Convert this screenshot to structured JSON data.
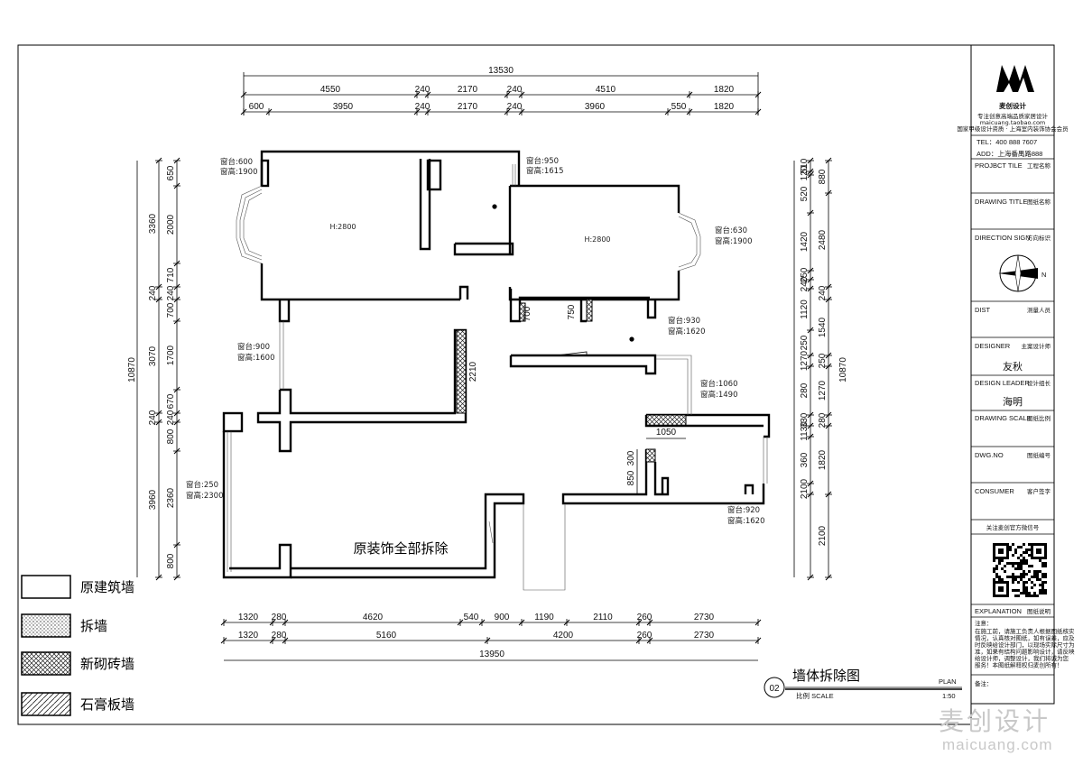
{
  "dimensions": {
    "top_total": "13530",
    "top_row1": [
      "4550",
      "240",
      "2170",
      "240",
      "4510",
      "1820"
    ],
    "top_row2": [
      "600",
      "3950",
      "240",
      "2170",
      "240",
      "3960",
      "550",
      "1820"
    ],
    "bottom_row1": [
      "1320",
      "280",
      "4620",
      "540",
      "900",
      "1190",
      "2110",
      "260",
      "2730"
    ],
    "bottom_row2": [
      "1320",
      "280",
      "5160",
      "4200",
      "260",
      "2730"
    ],
    "bottom_total": "13950",
    "left_total": "10870",
    "left_outer": [
      "3360",
      "240",
      "3070",
      "240",
      "3960"
    ],
    "left_inner": [
      "650",
      "2000",
      "710",
      "240",
      "700",
      "1700",
      "670",
      "240",
      "800",
      "2360",
      "800"
    ],
    "right_total": "10870",
    "right_outer": [
      "880",
      "2480",
      "240",
      "1540",
      "250",
      "1270",
      "280",
      "1820",
      "2100"
    ],
    "right_inner": [
      "510",
      "120",
      "520",
      "1420",
      "250",
      "240",
      "1120",
      "250",
      "1270",
      "280",
      "330",
      "1130",
      "360",
      "2100"
    ],
    "inner": [
      "700",
      "750",
      "2210",
      "1050",
      "300",
      "850"
    ]
  },
  "notes": {
    "w1_width": "窗台:600",
    "w1_height": "窗高:1900",
    "w2_width": "窗台:950",
    "w2_height": "窗高:1615",
    "w3_width": "窗台:630",
    "w3_height": "窗高:1900",
    "w4_width": "窗台:930",
    "w4_height": "窗高:1620",
    "w5_width": "窗台:900",
    "w5_height": "窗高:1600",
    "w6_width": "窗台:1060",
    "w6_height": "窗高:1490",
    "w7_width": "窗台:250",
    "w7_height": "窗高:2300",
    "w8_width": "窗台:920",
    "w8_height": "窗高:1620",
    "room_h1": "H:2800",
    "room_h2": "H:2800",
    "demolish": "原装饰全部拆除"
  },
  "legend": [
    {
      "label": "原建筑墙",
      "pattern": "none"
    },
    {
      "label": "拆墙",
      "pattern": "dots"
    },
    {
      "label": "新砌砖墙",
      "pattern": "cross"
    },
    {
      "label": "石膏板墙",
      "pattern": "hatch"
    }
  ],
  "drawing_title": {
    "number": "02",
    "name": "墙体拆除图",
    "scale_label": "比例 SCALE",
    "plan": "PLAN",
    "scale": "1:50"
  },
  "title_block": {
    "brand": "麦创设计",
    "tagline1": "专注创意高端品质家居设计",
    "tagline2": "maicuang.taobao.com",
    "tagline3": "国家甲级设计资质 · 上海室内装饰协会会员",
    "tel": "TEL：400 888 7607",
    "add": "ADD：上海番禺路888",
    "project_title_en": "PROJBCT TILE",
    "project_title_cn": "工程名称",
    "drawing_title_en": "DRAWING TITLE",
    "drawing_title_cn": "图纸名称",
    "direction_en": "DIRECTION SIGN",
    "direction_cn": "方向标识",
    "north": "N",
    "dist_en": "DIST",
    "dist_cn": "测量人员",
    "designer_en": "DESIGNER",
    "designer_cn": "主案设计师",
    "designer_name": "友秋",
    "leader_en": "DESIGN LEADER",
    "leader_cn": "设计组长",
    "leader_name": "海明",
    "scale_en": "DRAWING SCALE",
    "scale_cn": "图纸比例",
    "dwg_en": "DWG.NO",
    "dwg_cn": "图纸编号",
    "consumer_en": "CONSUMER",
    "consumer_cn": "客户签字",
    "wechat": "关注麦创官方微信号",
    "explanation_en": "EXPLANATION",
    "explanation_cn": "图纸说明",
    "note_head": "注意：",
    "note_lines": [
      "在施工前，请施工负责人根据图纸核实",
      "情况，认真核对图纸，如有误差，应及",
      "时反映给设计部门，以现场实际尺寸为",
      "准，如果有结构问题影响设计，请反映",
      "给设计师，调整设计，我们将诚为您",
      "服务！本图纸解释权归麦创所有！"
    ],
    "remark": "备注："
  },
  "watermark": {
    "cn": "麦创设计",
    "en": "maicuang.com"
  }
}
